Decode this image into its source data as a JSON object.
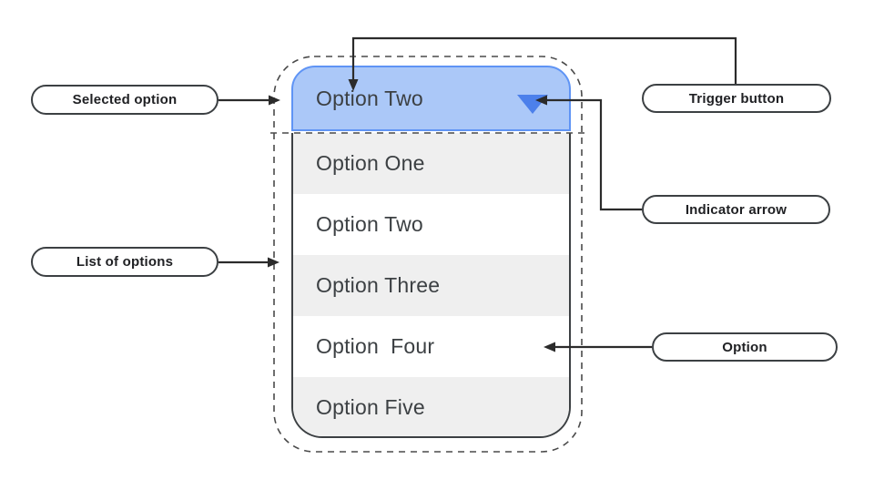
{
  "colors": {
    "header_fill": "#abc8f8",
    "header_border": "#5f94f5",
    "indicator_blue": "#4c80eb",
    "row_alt": "#efefef",
    "outline_dark": "#3c4043",
    "arrow_line": "#2b2b2b",
    "text": "#3c4043"
  },
  "dropdown": {
    "selected_label": "Option Two",
    "options": [
      "Option One",
      "Option Two",
      "Option Three",
      "Option  Four",
      "Option Five"
    ]
  },
  "callouts": {
    "selected_option": "Selected option",
    "trigger_button": "Trigger button",
    "indicator_arrow": "Indicator arrow",
    "list_of_options": "List of options",
    "option": "Option"
  }
}
